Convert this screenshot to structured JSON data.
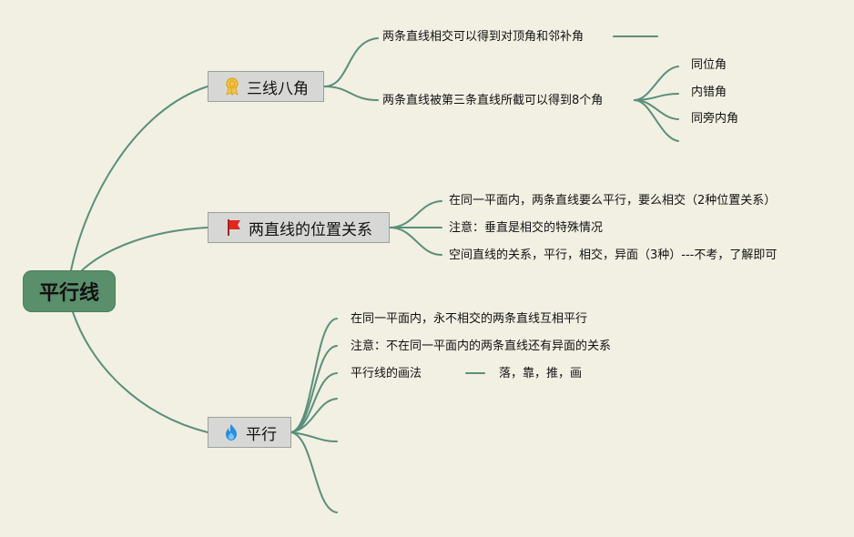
{
  "root": {
    "label": "平行线"
  },
  "branches": [
    {
      "label": "三线八角",
      "icon": "award-ribbon-icon",
      "children": [
        {
          "label": "两条直线相交可以得到对顶角和邻补角"
        },
        {
          "label": "两条直线被第三条直线所截可以得到8个角",
          "children": [
            "同位角",
            "内错角",
            "同旁内角"
          ]
        }
      ]
    },
    {
      "label": "两直线的位置关系",
      "icon": "red-flag-icon",
      "children": [
        {
          "label": "在同一平面内，两条直线要么平行，要么相交（2种位置关系）"
        },
        {
          "label": "注意：垂直是相交的特殊情况"
        },
        {
          "label": "空间直线的关系，平行，相交，异面（3种）---不考，了解即可"
        }
      ]
    },
    {
      "label": "平行",
      "icon": "fire-icon",
      "children": [
        {
          "label": "在同一平面内，永不相交的两条直线互相平行"
        },
        {
          "label": "注意：不在同一平面内的两条直线还有异面的关系"
        },
        {
          "label": "平行线的画法",
          "children": [
            "落，靠，推，画"
          ]
        }
      ]
    }
  ],
  "colors": {
    "line": "#5a8f7a",
    "root_fill": "#5a8f6c",
    "branch_fill": "#d7d8d6",
    "background": "#f2efe3"
  }
}
